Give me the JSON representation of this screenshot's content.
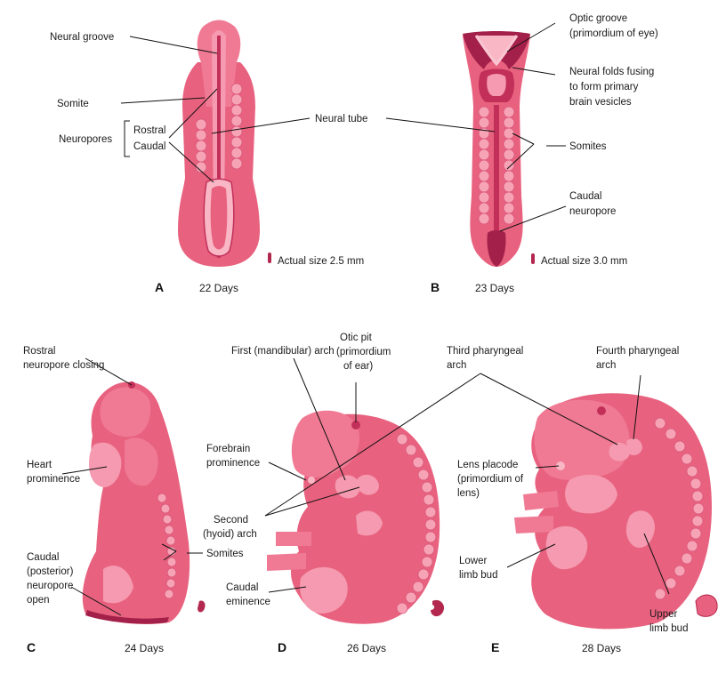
{
  "panels": {
    "A": {
      "letter": "A",
      "age": "22 Days",
      "size_note": "Actual size 2.5 mm",
      "labels": {
        "neural_groove": "Neural groove",
        "somite": "Somite",
        "neuropores": "Neuropores",
        "rostral": "Rostral",
        "caudal": "Caudal"
      }
    },
    "shared": {
      "neural_tube": "Neural tube"
    },
    "B": {
      "letter": "B",
      "age": "23 Days",
      "size_note": "Actual size 3.0 mm",
      "labels": {
        "optic_groove": [
          "Optic groove",
          "(primordium of eye)"
        ],
        "neural_folds": [
          "Neural folds fusing",
          "to form primary",
          "brain vesicles"
        ],
        "somites": "Somites",
        "caudal_neuropore": [
          "Caudal",
          "neuropore"
        ]
      }
    },
    "C": {
      "letter": "C",
      "age": "24 Days",
      "labels": {
        "rostral_closing": [
          "Rostral",
          "neuropore closing"
        ],
        "heart": [
          "Heart",
          "prominence"
        ],
        "caudal_open": [
          "Caudal",
          "(posterior)",
          "neuropore",
          "open"
        ],
        "somites": "Somites"
      }
    },
    "D": {
      "letter": "D",
      "age": "26 Days",
      "labels": {
        "first_arch": "First (mandibular) arch",
        "otic_pit": [
          "Otic pit",
          "(primordium",
          "of ear)"
        ],
        "forebrain": [
          "Forebrain",
          "prominence"
        ],
        "second_arch": [
          "Second",
          "(hyoid) arch"
        ],
        "caudal_eminence": [
          "Caudal",
          "eminence"
        ]
      }
    },
    "E": {
      "letter": "E",
      "age": "28 Days",
      "labels": {
        "third_arch": [
          "Third pharyngeal",
          "arch"
        ],
        "fourth_arch": [
          "Fourth pharyngeal",
          "arch"
        ],
        "lens_placode": [
          "Lens placode",
          "(primordium of",
          "lens)"
        ],
        "lower_limb": [
          "Lower",
          "limb bud"
        ],
        "upper_limb": [
          "Upper",
          "limb bud"
        ]
      }
    }
  },
  "colors": {
    "tissue": "#e8627f",
    "tissue_light": "#f59ab0",
    "tissue_dark": "#c2305a"
  }
}
